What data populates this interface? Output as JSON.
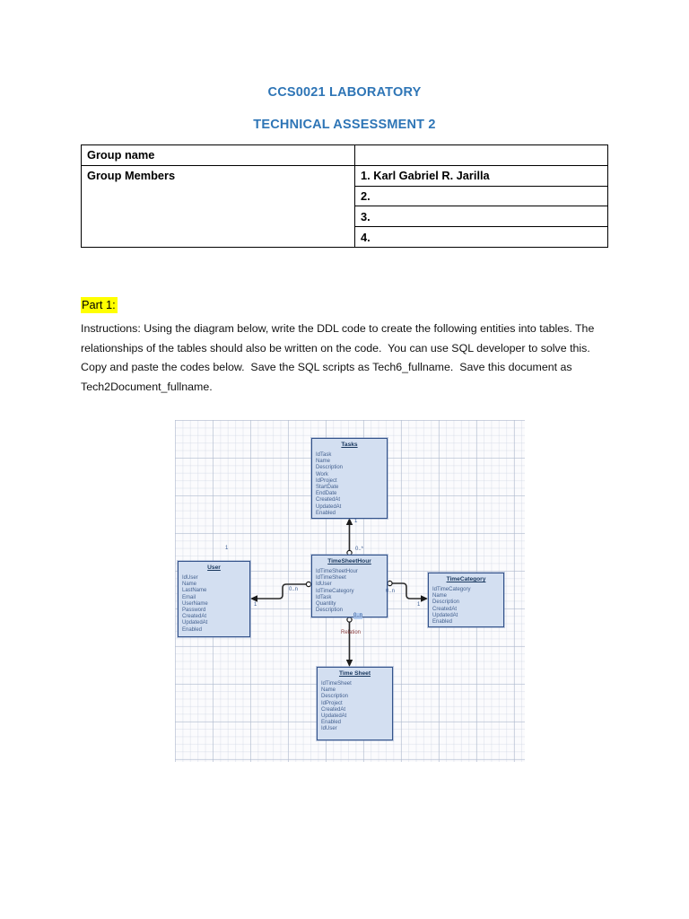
{
  "document": {
    "title": "CCS0021 LABORATORY",
    "subtitle": "TECHNICAL ASSESSMENT 2"
  },
  "info_table": {
    "group_name_label": "Group name",
    "group_name_value": "",
    "group_members_label": "Group Members",
    "members": [
      "1. Karl Gabriel R. Jarilla",
      "2.",
      "3.",
      "4."
    ]
  },
  "part1": {
    "heading": "Part 1:",
    "instructions": "Instructions: Using the diagram below, write the DDL code to create the following entities into tables. The relationships of the tables should also be written on the code.  You can use SQL developer to solve this.  Copy and paste the codes below.  Save the SQL scripts as Tech6_fullname.  Save this document as Tech2Document_fullname."
  },
  "diagram": {
    "entities": [
      {
        "name": "Tasks",
        "fields": [
          "IdTask",
          "Name",
          "Description",
          "Work",
          "IdProject",
          "StartDate",
          "EndDate",
          "CreatedAt",
          "UpdatedAt",
          "Enabled"
        ]
      },
      {
        "name": "TimeSheetHour",
        "fields": [
          "IdTimeSheetHour",
          "IdTimeSheet",
          "IdUser",
          "IdTimeCategory",
          "IdTask",
          "Quantity",
          "Description"
        ]
      },
      {
        "name": "User",
        "fields": [
          "IdUser",
          "Name",
          "LastName",
          "Email",
          "UserName",
          "Password",
          "CreatedAt",
          "UpdatedAt",
          "Enabled"
        ]
      },
      {
        "name": "TimeCategory",
        "fields": [
          "IdTimeCategory",
          "Name",
          "Description",
          "CreatedAt",
          "UpdatedAt",
          "Enabled"
        ]
      },
      {
        "name": "Time Sheet",
        "fields": [
          "IdTimeSheet",
          "Name",
          "Description",
          "IdProject",
          "CreatedAt",
          "UpdatedAt",
          "Enabled",
          "IdUser"
        ]
      }
    ],
    "relations": {
      "tasks_one": "1",
      "tasks_many": "0..*",
      "user_one": "1",
      "user_many": "0..n",
      "category_one": "1",
      "category_many": "0..n",
      "sheet_many": "0..n",
      "sheet_label": "Relation",
      "floating_one": "1"
    }
  },
  "colors": {
    "heading_blue": "#2E75B6",
    "highlight_yellow": "#FFFF00",
    "entity_fill": "#D3DFF1",
    "entity_border": "#33528A",
    "field_text": "#44618F"
  }
}
